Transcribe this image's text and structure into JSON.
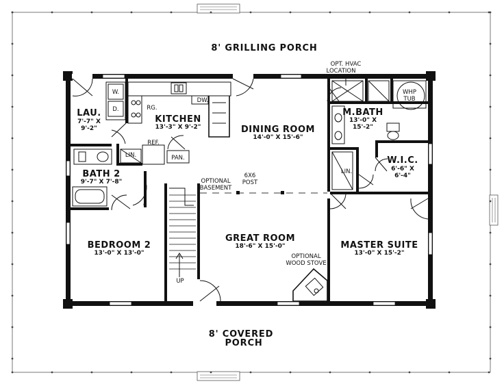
{
  "porches": {
    "top": "8' GRILLING PORCH",
    "bottom_line1": "8' COVERED",
    "bottom_line2": "PORCH"
  },
  "rooms": {
    "laundry": {
      "name": "LAU.",
      "dim1": "7'-7\" X",
      "dim2": "9'-2\""
    },
    "kitchen": {
      "name": "KITCHEN",
      "dim": "13'-3\" X 9'-2\""
    },
    "dining": {
      "name": "DINING ROOM",
      "dim": "14'-0\" X 15'-6\""
    },
    "mbath": {
      "name": "M.BATH",
      "dim1": "13'-0\" X",
      "dim2": "15'-2\""
    },
    "wic": {
      "name": "W.I.C.",
      "dim1": "6'-6\" X",
      "dim2": "6'-4\""
    },
    "bath2": {
      "name": "BATH 2",
      "dim": "9'-7\" X 7'-8\""
    },
    "bedroom2": {
      "name": "BEDROOM 2",
      "dim": "13'-0\" X 13'-0\""
    },
    "great": {
      "name": "GREAT ROOM",
      "dim": "18'-6\" X 15'-0\""
    },
    "master": {
      "name": "MASTER SUITE",
      "dim": "13'-0\" X 15'-2\""
    }
  },
  "fixtures": {
    "washer": "W.",
    "dryer": "D.",
    "range": "RG.",
    "dishwasher": "DW.",
    "refrigerator": "REF.",
    "pantry": "PAN.",
    "linen1": "LIN.",
    "linen2": "LIN.",
    "tub_line1": "WHP",
    "tub_line2": "TUB",
    "stairs_up": "UP"
  },
  "notes": {
    "hvac_line1": "OPT. HVAC",
    "hvac_line2": "LOCATION",
    "basement_line1": "OPTIONAL",
    "basement_line2": "BASEMENT",
    "post_line1": "6X6",
    "post_line2": "POST",
    "stove_line1": "OPTIONAL",
    "stove_line2": "WOOD STOVE"
  }
}
